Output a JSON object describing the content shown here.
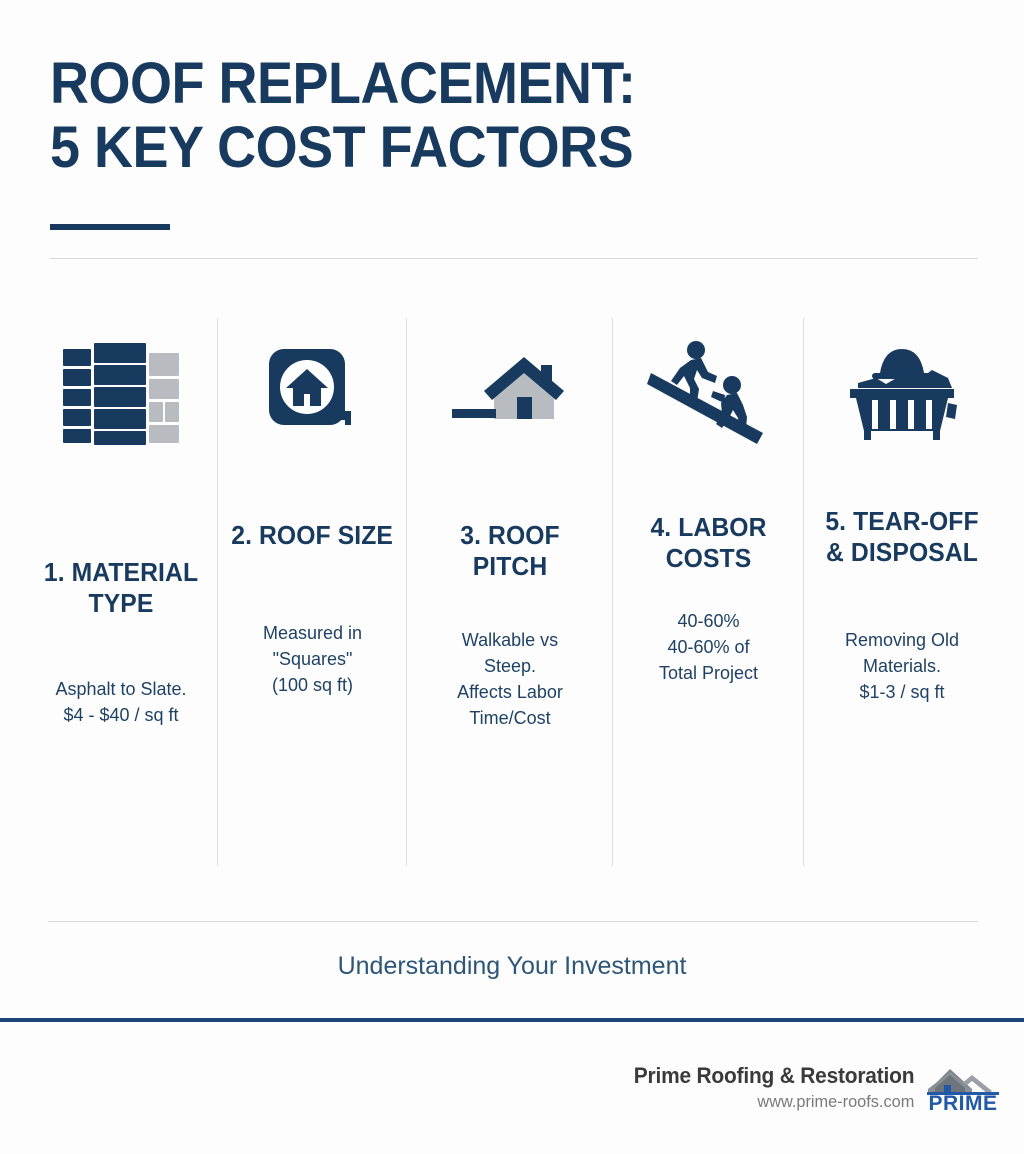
{
  "header": {
    "title_line1": "ROOF REPLACEMENT:",
    "title_line2": "5 KEY COST FACTORS",
    "title": "ROOF REPLACEMENT:\n5 KEY COST FACTORS",
    "accent_color": "#173a5e"
  },
  "colors": {
    "navy": "#173a5e",
    "navy_deep": "#1d477a",
    "body_text": "#1f4264",
    "tagline": "#2d5678",
    "gray_icon": "#b8bcc0",
    "rule": "#dedede",
    "background": "#fdfdfd",
    "brand_name": "#3a3a3a",
    "brand_url": "#7a7a7a"
  },
  "columns": [
    {
      "index": "1",
      "icon": "shingle-stack-icon",
      "heading": "1. MATERIAL\nTYPE",
      "body": "Asphalt to Slate.\n$4 - $40 / sq ft"
    },
    {
      "index": "2",
      "icon": "tape-measure-house-icon",
      "heading": "2. ROOF\nSIZE",
      "body": "Measured in\n\"Squares\"\n(100 sq ft)"
    },
    {
      "index": "3",
      "icon": "pitched-house-icon",
      "heading": "3. ROOF\nPITCH",
      "body": "Walkable vs\nSteep.\nAffects Labor\nTime/Cost"
    },
    {
      "index": "4",
      "icon": "workers-on-slope-icon",
      "heading": "4. LABOR\nCOSTS",
      "body": "40-60%\n40-60% of\nTotal Project"
    },
    {
      "index": "5",
      "icon": "dumpster-icon",
      "heading": "5. TEAR-OFF\n& DISPOSAL",
      "body": "Removing Old\nMaterials.\n$1-3 / sq ft"
    }
  ],
  "footer": {
    "tagline": "Understanding Your Investment",
    "brand_name": "Prime Roofing & Restoration",
    "brand_url": "www.prime-roofs.com",
    "logo_text": "PRIME"
  }
}
